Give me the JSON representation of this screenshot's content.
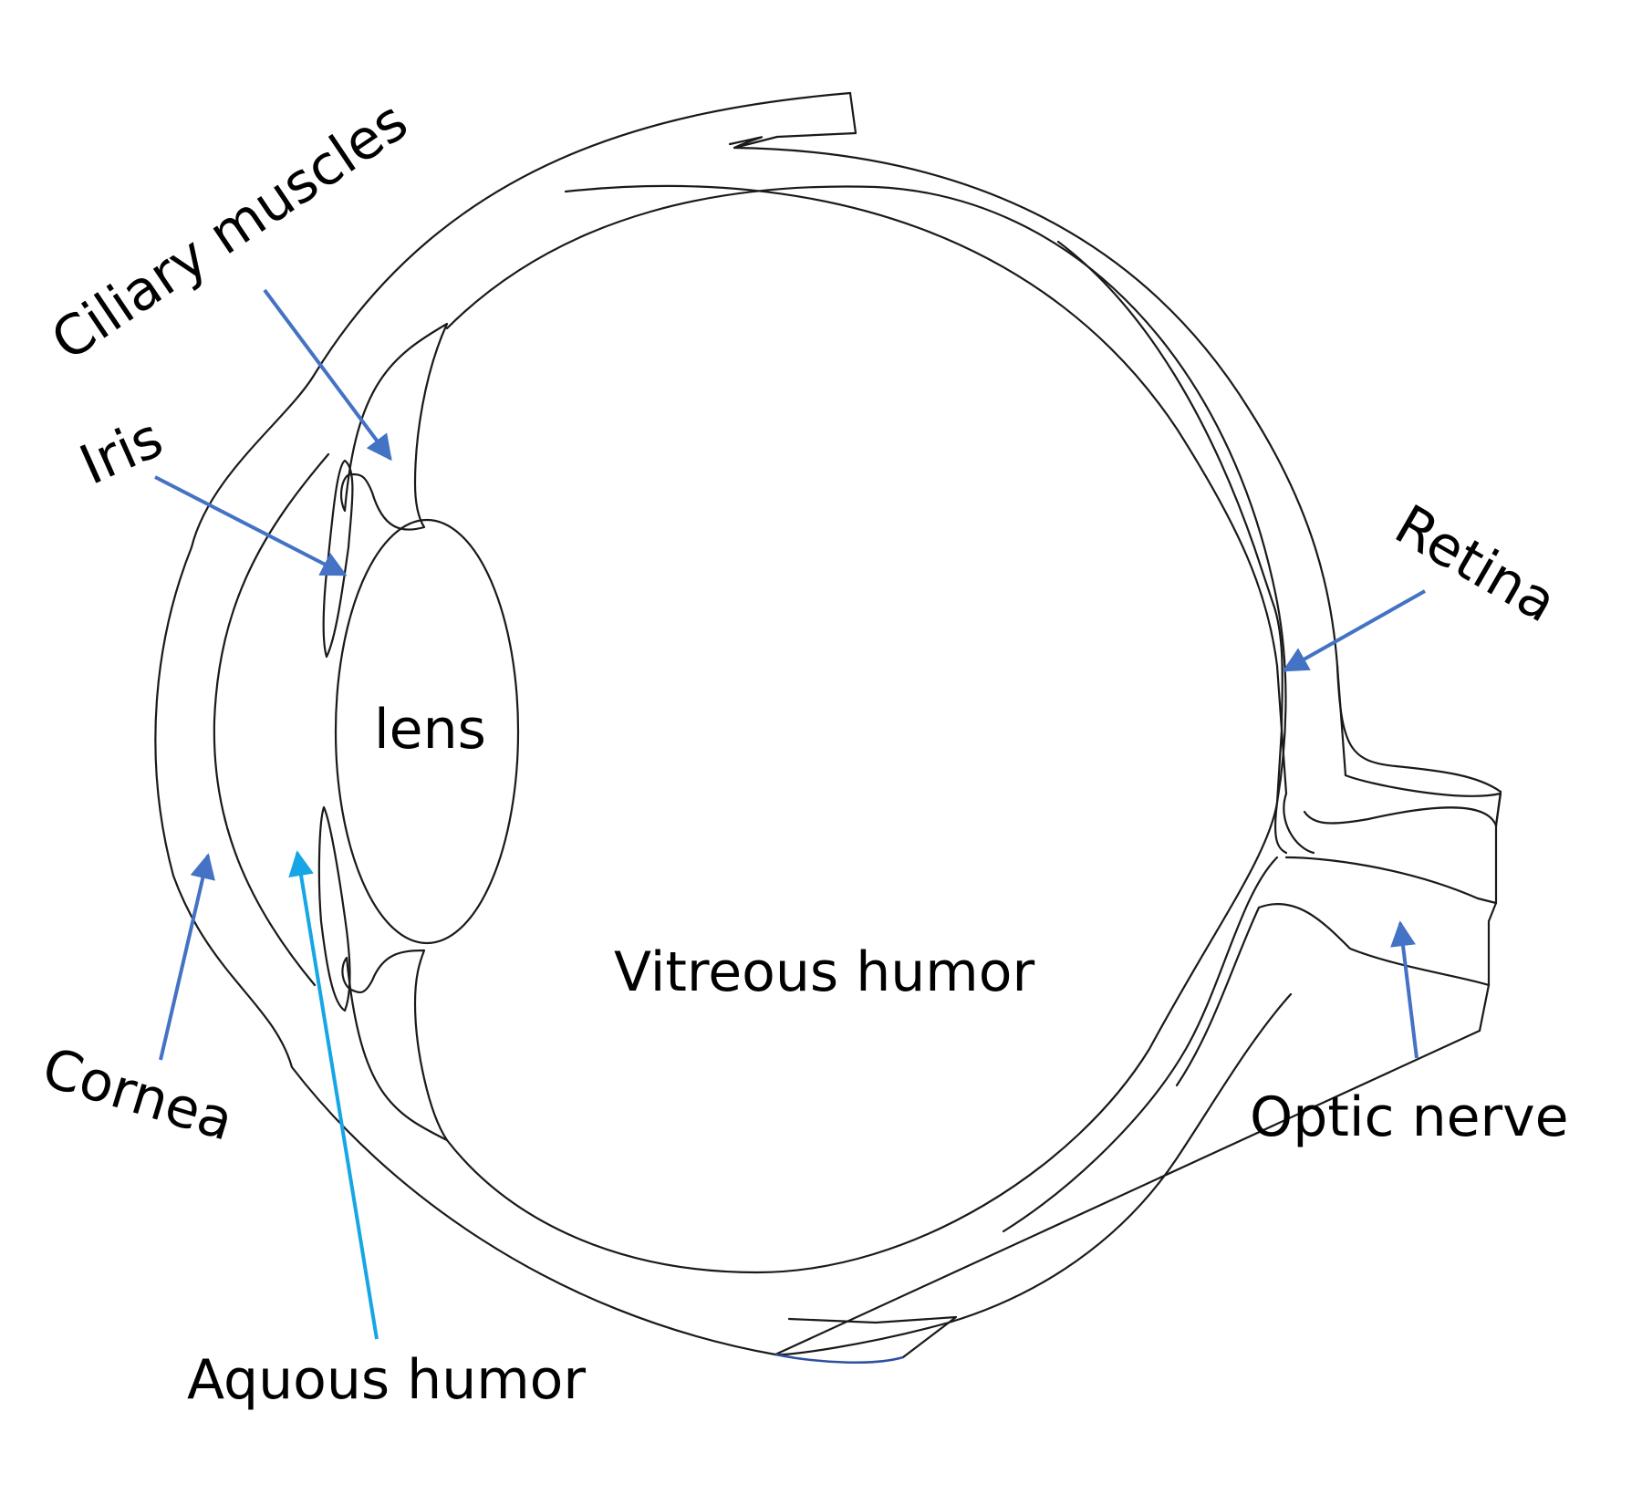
{
  "labels": {
    "ciliary_muscles": "Ciliary muscles",
    "iris": "Iris",
    "lens": "lens",
    "vitreous_humor": "Vitreous humor",
    "retina": "Retina",
    "cornea": "Cornea",
    "aquous_humor": "Aquous humor",
    "optic_nerve": "Optic nerve"
  },
  "colors": {
    "arrow_blue": "#4472C4",
    "arrow_light_blue": "#16A6E6",
    "outline": "#1a1a1a",
    "text": "#000000"
  }
}
